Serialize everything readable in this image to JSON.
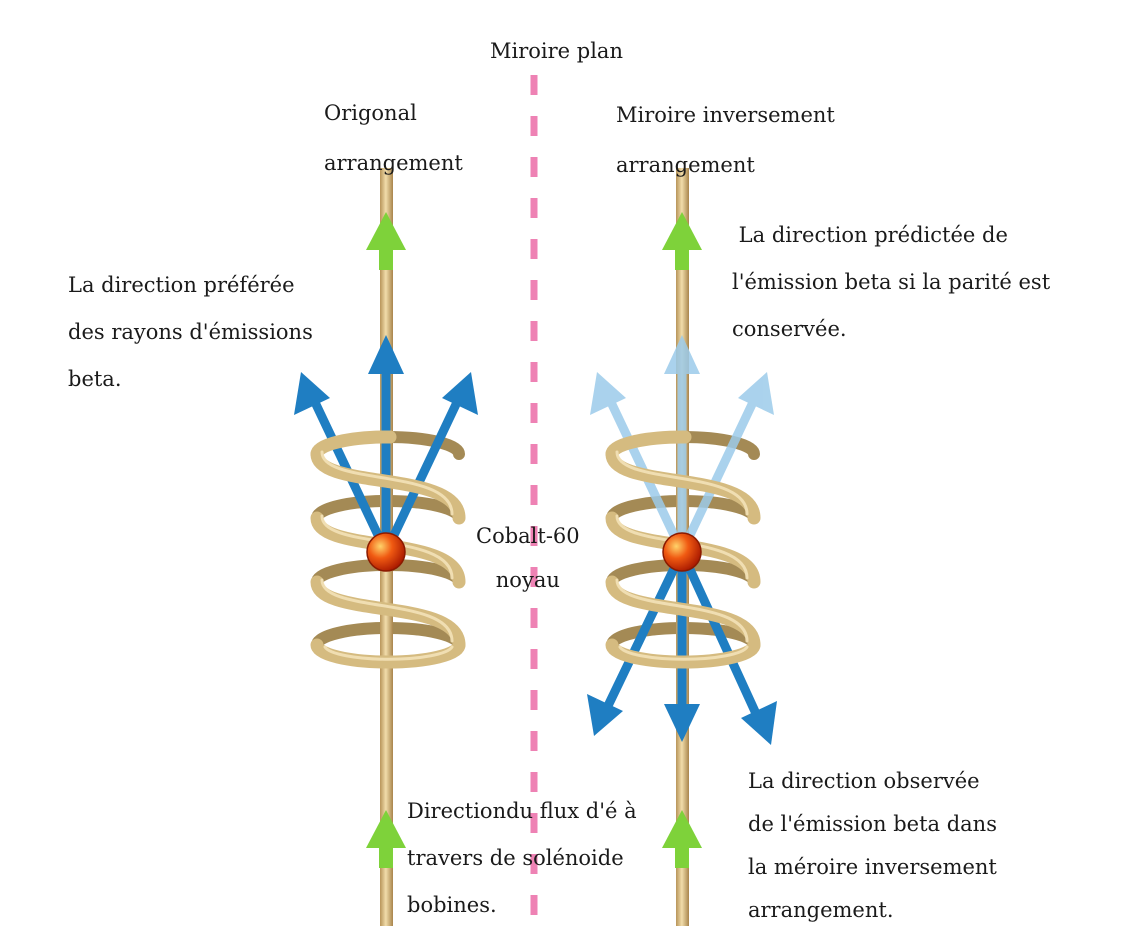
{
  "mirror": {
    "label": "Miroire plan",
    "color": "#ee82b4"
  },
  "left": {
    "title": [
      "Origonal",
      "arrangement"
    ],
    "beta_label": [
      "La direction préférée",
      "des rayons d'émissions",
      "beta."
    ]
  },
  "right": {
    "title": [
      "Miroire inversement",
      "arrangement"
    ],
    "predicted_label": [
      " La direction prédictée de",
      "l'émission beta si la parité est",
      "conservée."
    ],
    "observed_label": [
      "La direction observée",
      "de l'émission beta dans",
      "la méroire inversement",
      "arrangement."
    ]
  },
  "center": {
    "nucleus_label": [
      "Cobalt-60",
      "noyau"
    ],
    "flux_label": [
      "Directiondu flux d'é à",
      "travers de solénoide",
      "bobines."
    ]
  },
  "colors": {
    "rod": "#d8b97a",
    "coil": "#cdb47c",
    "beta_arrow": "#1f7ec2",
    "beta_arrow_faded": "#9ccbea",
    "flux_arrow": "#7ed23a",
    "nucleus": "#e8330b"
  },
  "icons": [
    "nucleus-icon",
    "beta-arrow-icon",
    "flux-arrow-icon",
    "solenoid-coil-icon"
  ]
}
